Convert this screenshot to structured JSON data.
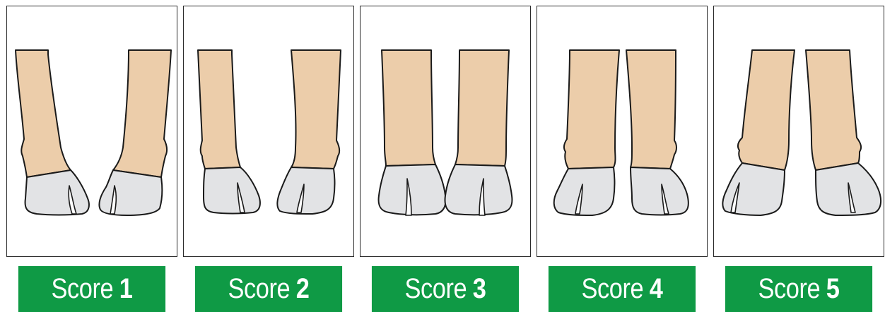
{
  "scores": [
    {
      "word": "Score",
      "number": "1",
      "posture": "toe-out, strongly angled"
    },
    {
      "word": "Score",
      "number": "2",
      "posture": "toe-out, slightly angled"
    },
    {
      "word": "Score",
      "number": "3",
      "posture": "straight, ideal"
    },
    {
      "word": "Score",
      "number": "4",
      "posture": "toe-in, slightly angled"
    },
    {
      "word": "Score",
      "number": "5",
      "posture": "toe-in, strongly angled"
    }
  ],
  "colors": {
    "banner": "#0f9a45",
    "banner_text": "#ffffff",
    "skin": "#eccdaa",
    "hoof": "#e2e3e5",
    "outline": "#1a1a1a",
    "panel_border": "#2a2a2a"
  }
}
